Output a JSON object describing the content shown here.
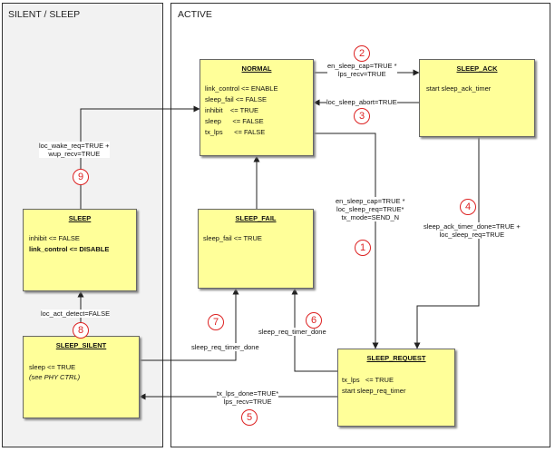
{
  "regions": {
    "silent_title": "SILENT / SLEEP",
    "active_title": "ACTIVE"
  },
  "states": {
    "normal": {
      "title": "NORMAL",
      "lines": [
        "link_control <= ENABLE",
        "sleep_fail <= FALSE",
        "inhibit    <= TRUE",
        "sleep      <= FALSE",
        "tx_lps      <= FALSE"
      ]
    },
    "sleep_ack": {
      "title": "SLEEP_ACK",
      "lines": [
        "start sleep_ack_timer"
      ]
    },
    "sleep_fail": {
      "title": "SLEEP_FAIL",
      "lines": [
        "sleep_fail <= TRUE"
      ]
    },
    "sleep": {
      "title": "SLEEP",
      "lines": [
        "inhibit <= FALSE",
        "link_control <= DISABLE"
      ]
    },
    "sleep_silent": {
      "title": "SLEEP_SILENT",
      "lines": [
        "sleep <= TRUE",
        "(see PHY CTRL)"
      ]
    },
    "sleep_request": {
      "title": "SLEEP_REQUEST",
      "lines": [
        "tx_lps   <= TRUE",
        "start sleep_req_timer"
      ]
    }
  },
  "transitions": {
    "t1": {
      "num": "1",
      "lines": [
        "en_sleep_cap=TRUE *",
        "loc_sleep_req=TRUE*",
        "tx_mode=SEND_N"
      ]
    },
    "t2": {
      "num": "2",
      "lines": [
        "en_sleep_cap=TRUE *",
        "lps_recv=TRUE"
      ]
    },
    "t3": {
      "num": "3",
      "lines": [
        "loc_sleep_abort=TRUE"
      ]
    },
    "t4": {
      "num": "4",
      "lines": [
        "sleep_ack_timer_done=TRUE +",
        "loc_sleep_req=TRUE"
      ]
    },
    "t5": {
      "num": "5",
      "lines": [
        "tx_lps_done=TRUE*",
        "lps_recv=TRUE"
      ]
    },
    "t6": {
      "num": "6",
      "lines": [
        "sleep_req_timer_done"
      ]
    },
    "t7": {
      "num": "7",
      "lines": [
        "sleep_req_timer_done"
      ]
    },
    "t8": {
      "num": "8",
      "lines": [
        "loc_act_detect=FALSE"
      ]
    },
    "t9": {
      "num": "9",
      "lines": [
        "loc_wake_req=TRUE  +",
        "wup_recv=TRUE"
      ]
    }
  }
}
